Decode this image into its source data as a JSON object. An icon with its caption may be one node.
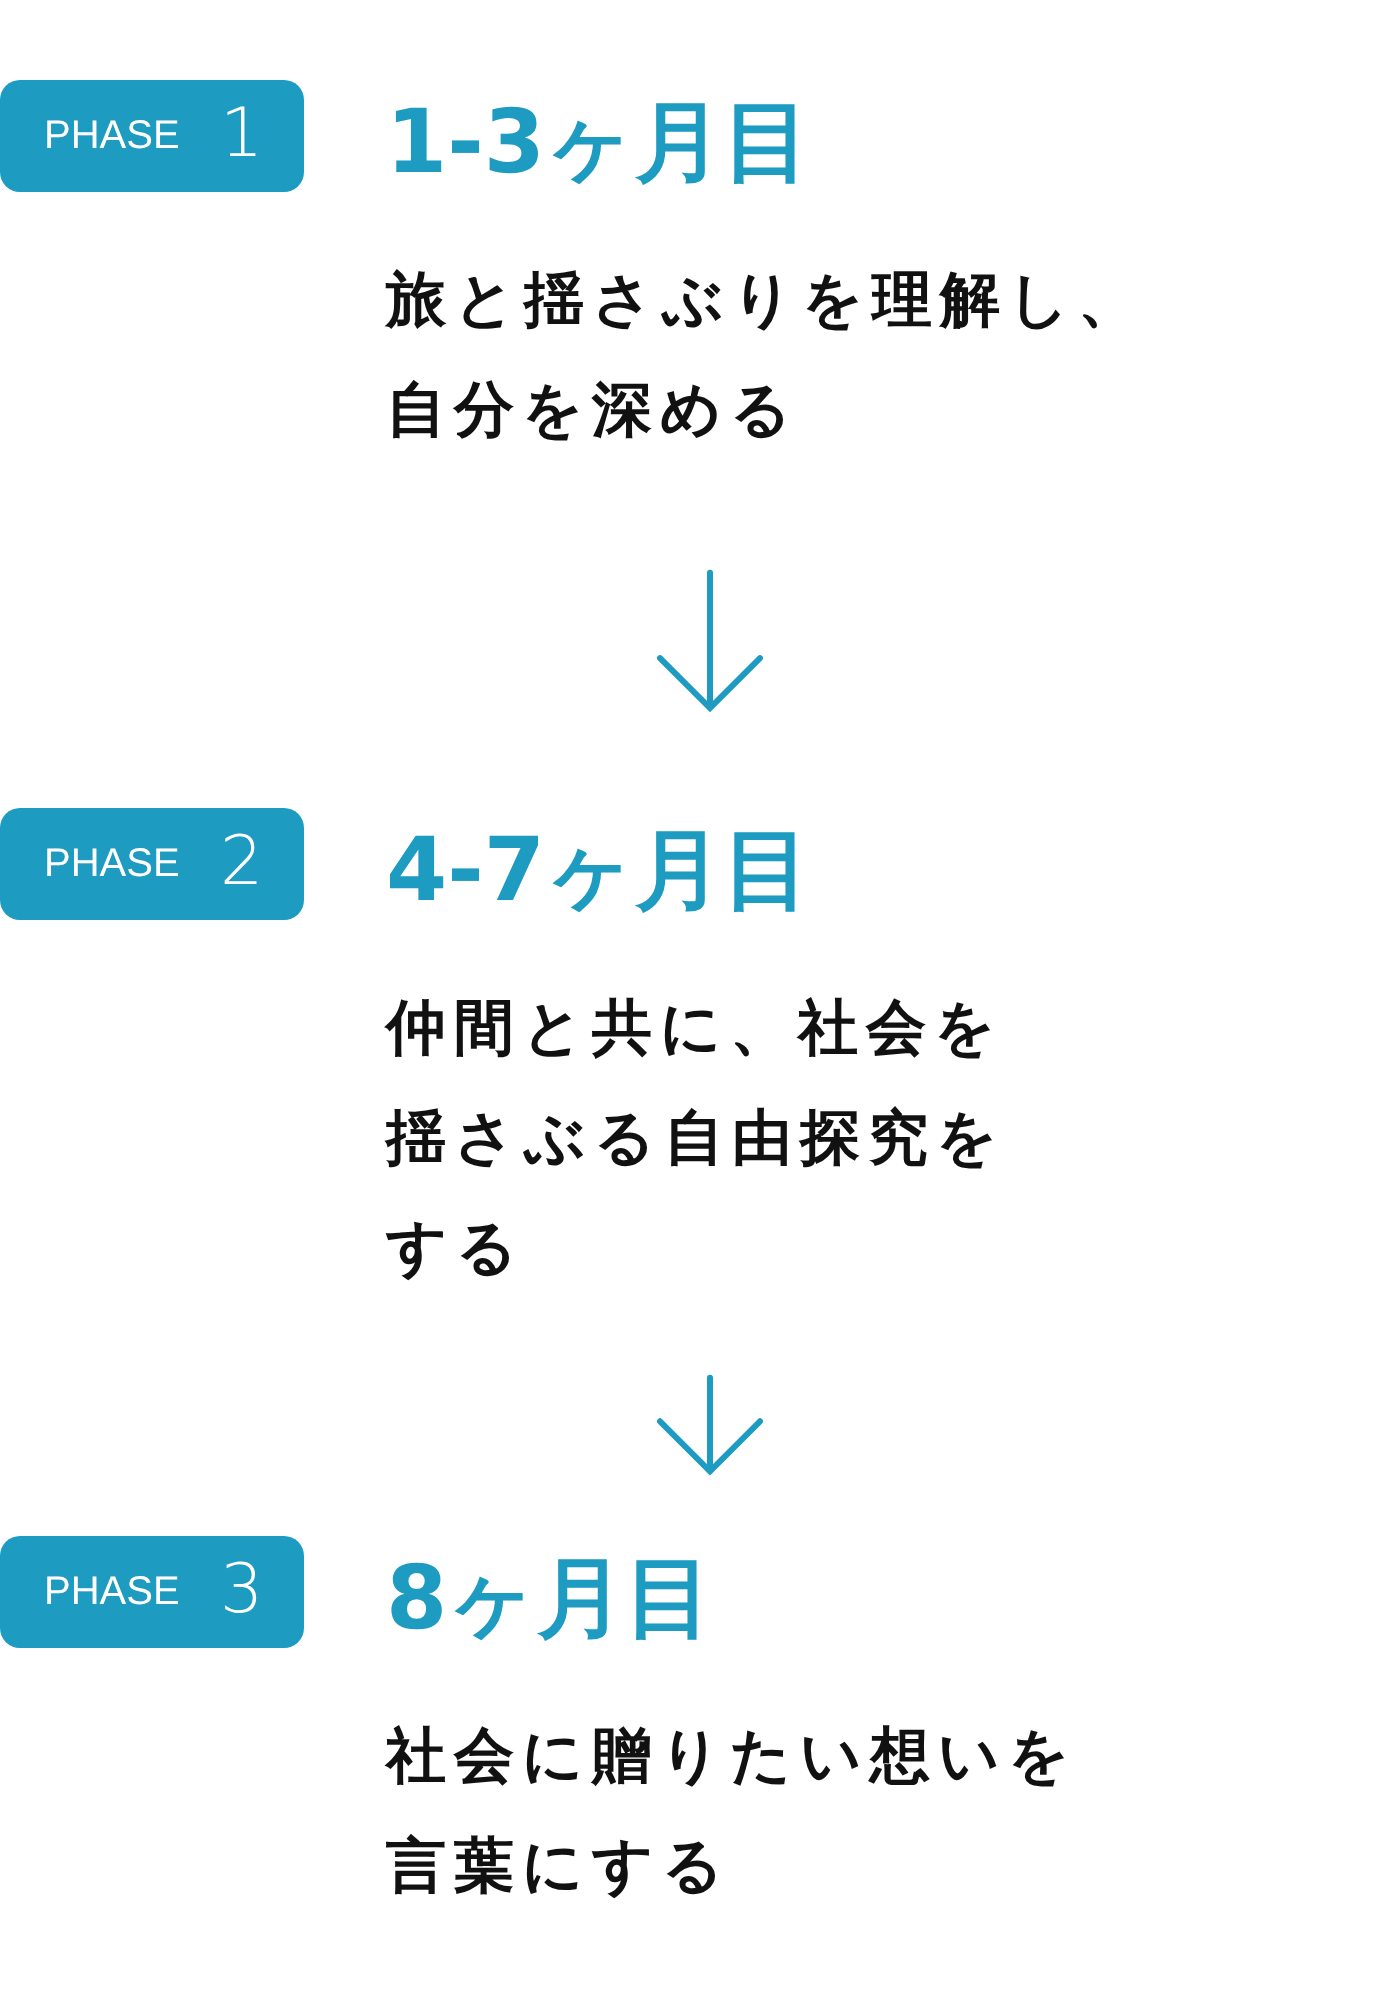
{
  "diagram": {
    "nodes": [
      {
        "text": [
          "PHASE",
          "1"
        ]
      },
      {
        "text": [
          "1-3ヶ月目",
          "旅と揺さぶりを理解し、自分を深める"
        ]
      },
      {
        "text": [
          "PHASE",
          "2"
        ]
      },
      {
        "text": [
          "4-7ヶ月目",
          "仲間と共に、社会を揺さぶる自由探究をする"
        ]
      },
      {
        "text": [
          "PHASE",
          "3"
        ]
      },
      {
        "text": [
          "8ヶ月目",
          "社会に贈りたい想いを言葉にする"
        ]
      }
    ],
    "edges": [
      {
        "from": 1,
        "to": 3,
        "arrow": "to"
      },
      {
        "from": 3,
        "to": 5,
        "arrow": "to"
      }
    ]
  }
}
